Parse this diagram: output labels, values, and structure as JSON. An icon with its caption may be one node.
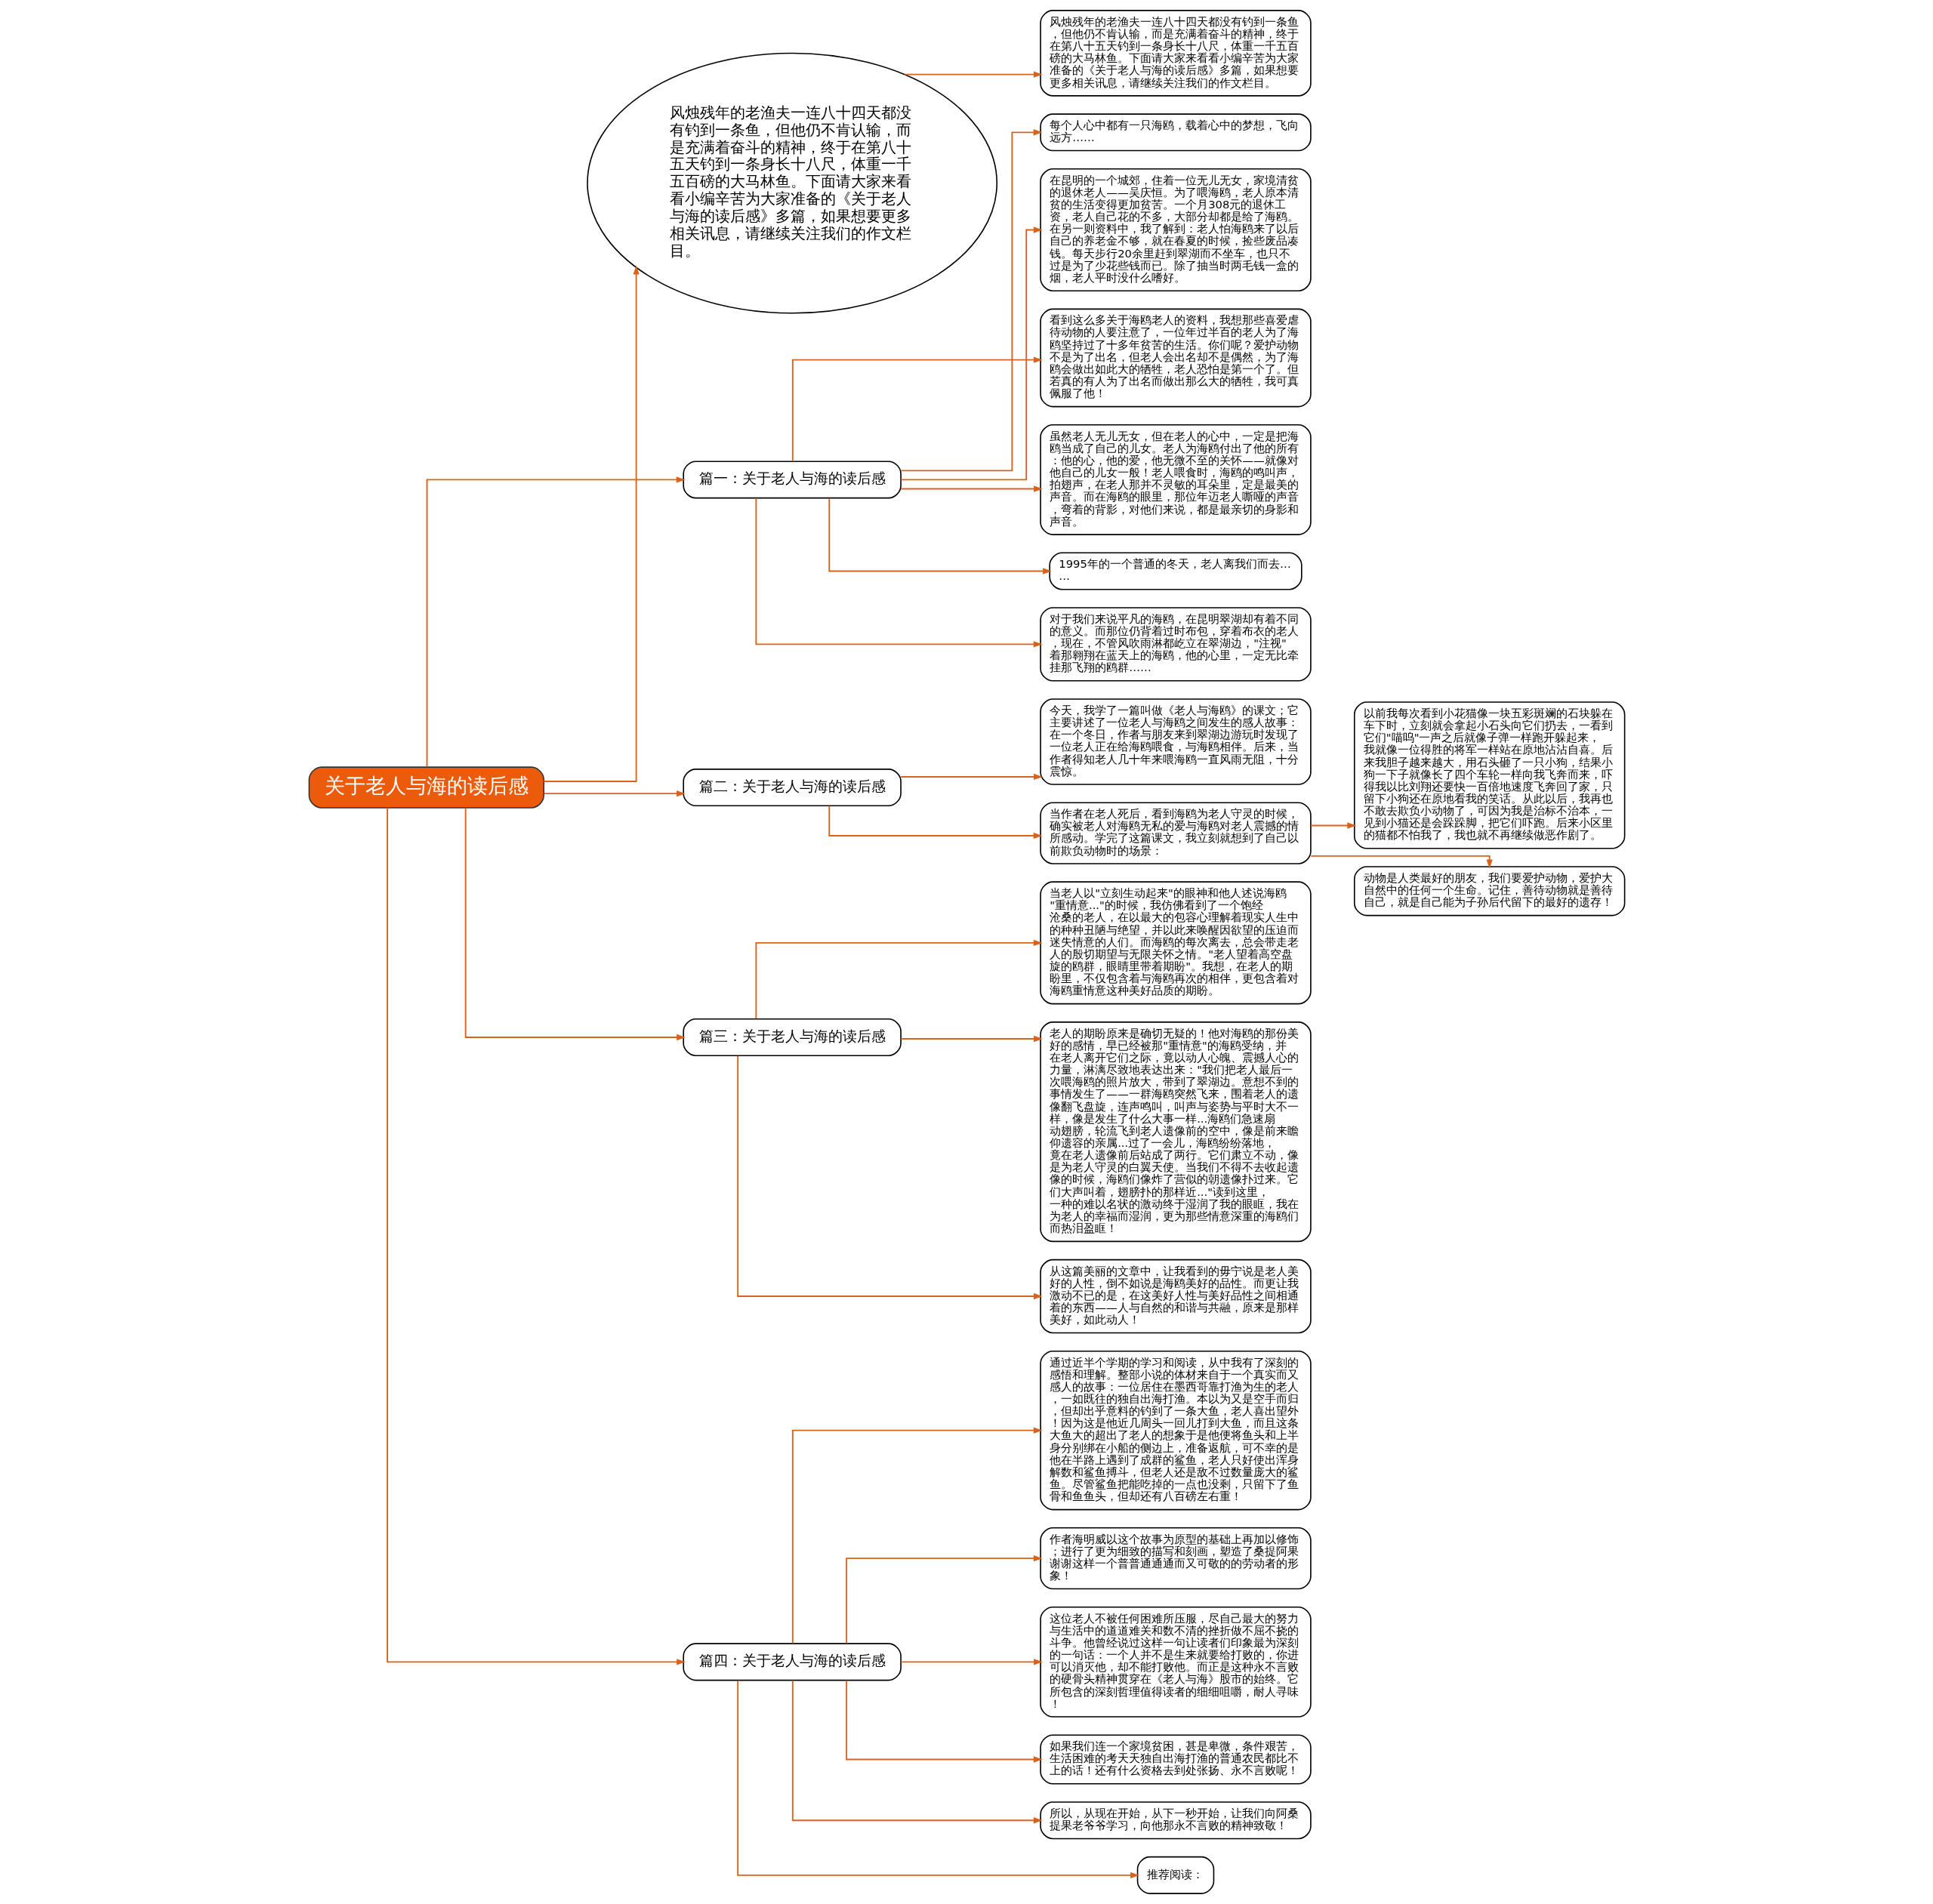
{
  "diagram": {
    "nodes": [
      {
        "text": [
          "关于老人与海的读后感"
        ]
      },
      {
        "text": [
          "风烛残年的老渔夫一连八十四天都没有钓到一条鱼，但他仍不肯认输，而是充满着奋斗的精神，终于在第八十五天钓到一条身长十八尺，体重一千五百磅的大马林鱼。下面请大家来看看小编辛苦为大家准备的《关于老人与海的读后感》多篇，如果想要更多相关讯息，请继续关注我们的作文栏目。"
        ]
      },
      {
        "text": [
          "风烛残年的老渔夫一连八十四天都没有钓到一条鱼，但他仍不肯认输，而是充满着奋斗的精神，终于在第八十五天钓到一条身长十八尺，体重一千五百磅的大马林鱼。下面请大家来看看小编辛苦为大家准备的《关于老人与海的读后感》多篇，如果想要更多相关讯息，请继续关注我们的作文栏目。"
        ]
      },
      {
        "text": [
          "篇一：关于老人与海的读后感"
        ]
      },
      {
        "text": [
          "每个人心中都有一只海鸥，载着心中的梦想，飞向远方……"
        ]
      },
      {
        "text": [
          "在昆明的一个城郊，住着一位无儿无女，家境清贫的退休老人——吴庆恒。为了喂海鸥，老人原本清贫的生活变得更加贫苦。一个月308元的退休工资，老人自己花的不多，大部分却都是给了海鸥。在另一则资料中，我了解到：老人怕海鸥来了以后自己的养老金不够，就在春夏的时候，捡些废品凑钱。每天步行20余里赶到翠湖而不坐车，也只不过是为了少花些钱而已。除了抽当时两毛钱一盒的烟，老人平时没什么嗜好。"
        ]
      },
      {
        "text": [
          "看到这么多关于海鸥老人的资料，我想那些喜爱虐待动物的人要注意了，一位年过半百的老人为了海鸥坚持过了十多年贫苦的生活。你们呢？爱护动物不是为了出名，但老人会出名却不是偶然，为了海鸥会做出如此大的牺牲，老人恐怕是第一个了。但若真的有人为了出名而做出那么大的牺牲，我可真佩服了他！"
        ]
      },
      {
        "text": [
          "虽然老人无儿无女，但在老人的心中，一定是把海鸥当成了自己的儿女。老人为海鸥付出了他的所有：他的心，他的爱，他无微不至的关怀——就像对他自己的儿女一般！老人喂食时，海鸥的鸣叫声，拍翅声，在老人那并不灵敏的耳朵里，定是最美的声音。而在海鸥的眼里，那位年迈老人嘶哑的声音，弯着的背影，对他们来说，都是最亲切的身影和声音。"
        ]
      },
      {
        "text": [
          "1995年的一个普通的冬天，老人离我们而去……"
        ]
      },
      {
        "text": [
          "对于我们来说平凡的海鸥，在昆明翠湖却有着不同的意义。而那位仍背着过时布包，穿着布衣的老人，现在，不管风吹雨淋都屹立在翠湖边，\"注视\"着那翱翔在蓝天上的海鸥，他的心里，一定无比牵挂那飞翔的鸥群……"
        ]
      },
      {
        "text": [
          "篇二：关于老人与海的读后感"
        ]
      },
      {
        "text": [
          "今天，我学了一篇叫做《老人与海鸥》的课文；它主要讲述了一位老人与海鸥之间发生的感人故事：在一个冬日，作者与朋友来到翠湖边游玩时发现了一位老人正在给海鸥喂食，与海鸥相伴。后来，当作者得知老人几十年来喂海鸥一直风雨无阻，十分震惊。"
        ]
      },
      {
        "text": [
          "当作者在老人死后，看到海鸥为老人守灵的时候，确实被老人对海鸥无私的爱与海鸥对老人震撼的情所感动。学完了这篇课文，我立刻就想到了自己以前欺负动物时的场景："
        ]
      },
      {
        "text": [
          "以前我每次看到小花猫像一块五彩斑斓的石块躲在车下时，立刻就会拿起小石头向它们扔去，一看到它们\"喵呜\"一声之后就像子弹一样跑开躲起来，我就像一位得胜的将军一样站在原地沾沾自喜。后来我胆子越来越大，用石头砸了一只小狗，结果小狗一下子就像长了四个车轮一样向我飞奔而来，吓得我以比刘翔还要快一百倍地速度飞奔回了家，只留下小狗还在原地看我的笑话。从此以后，我再也不敢去欺负小动物了，可因为我是治标不治本，一见到小猫还是会跺跺脚，把它们吓跑。后来小区里的猫都不怕我了，我也就不再继续做恶作剧了。"
        ]
      },
      {
        "text": [
          "动物是人类最好的朋友，我们要爱护动物，爱护大自然中的任何一个生命。记住，善待动物就是善待自己，就是自己能为子孙后代留下的最好的遗存！"
        ]
      },
      {
        "text": [
          "篇三：关于老人与海的读后感"
        ]
      },
      {
        "text": [
          "当老人以\"立刻生动起来\"的眼神和他人述说海鸥\"重情意...\"的时候，我仿佛看到了一个饱经沧桑的老人，在以最大的包容心理解着现实人生中的种种丑陋与绝望，并以此来唤醒因欲望的压迫而迷失情意的人们。而海鸥的每次离去，总会带走老人的殷切期望与无限关怀之情。\"老人望着高空盘旋的鸥群，眼睛里带着期盼\"。我想，在老人的期盼里，不仅包含着与海鸥再次的相伴，更包含着对海鸥重情意这种美好品质的期盼。"
        ]
      },
      {
        "text": [
          "老人的期盼原来是确切无疑的！他对海鸥的那份美好的感情，早已经被那\"重情意\"的海鸥受纳，并在老人离开它们之际，竟以动人心魄、震撼人心的力量，淋漓尽致地表达出来：\"我们把老人最后一次喂海鸥的照片放大，带到了翠湖边。意想不到的事情发生了——一群海鸥突然飞来，围着老人的遗像翻飞盘旋，连声鸣叫，叫声与姿势与平时大不一样，像是发生了什么大事一样...海鸥们急速扇动翅膀，轮流飞到老人遗像前的空中，像是前来瞻仰遗容的亲属...过了一会儿，海鸥纷纷落地，竟在老人遗像前后站成了两行。它们肃立不动，像是为老人守灵的白翼天使。当我们不得不去收起遗像的时候，海鸥们像炸了营似的朝遗像扑过来。它们大声叫着，翅膀扑的那样近...\"读到这里，一种的难以名状的激动终于湿润了我的眼眶，我在为老人的幸福而湿润，更为那些情意深重的海鸥们而热泪盈眶！"
        ]
      },
      {
        "text": [
          "从这篇美丽的文章中，让我看到的毋宁说是老人美好的人性，倒不如说是海鸥美好的品性。而更让我激动不已的是，在这美好人性与美好品性之间相通着的东西——人与自然的和谐与共融，原来是那样美好，如此动人！"
        ]
      },
      {
        "text": [
          "篇四：关于老人与海的读后感"
        ]
      },
      {
        "text": [
          "通过近半个学期的学习和阅读，从中我有了深刻的感悟和理解。整部小说的体材来自于一个真实而又感人的故事：一位居住在墨西哥靠打渔为生的老人，一如既往的独自出海打渔。本以为又是空手而归，但却出乎意料的钓到了一条大鱼，老人喜出望外！因为这是他近几周头一回儿打到大鱼，而且这条大鱼大的超出了老人的想象于是他便将鱼头和上半身分别绑在小船的侧边上，准备返航，可不幸的是他在半路上遇到了成群的鲨鱼，老人只好使出浑身解数和鲨鱼搏斗，但老人还是敌不过数量庞大的鲨鱼。尽管鲨鱼把能吃掉的一点也没剩，只留下了鱼骨和鱼鱼头，但却还有八百磅左右重！"
        ]
      },
      {
        "text": [
          "作者海明威以这个故事为原型的基础上再加以修饰；进行了更为细致的描写和刻画，塑造了桑提阿果谢谢这样一个普普通通通而又可敬的的劳动者的形象！"
        ]
      },
      {
        "text": [
          "这位老人不被任何困难所压服，尽自己最大的努力与生活中的道道难关和数不清的挫折做不屈不挠的斗争。他曾经说过这样一句让读者们印象最为深刻的一句话：一个人并不是生来就要给打败的，你进可以消灭他，却不能打败他。而正是这种永不言败的硬骨头精神贯穿在《老人与海》股市的始终。它所包含的深刻哲理值得读者的细细咀嚼，耐人寻味！"
        ]
      },
      {
        "text": [
          "如果我们连一个家境贫困，甚是卑微，条件艰苦，生活困难的考天天独自出海打渔的普通农民都比不上的话！还有什么资格去到处张扬、永不言败呢！"
        ]
      },
      {
        "text": [
          "所以，从现在开始，从下一秒开始，让我们向阿桑提果老爷爷学习，向他那永不言败的精神致敬！"
        ]
      },
      {
        "text": [
          "推荐阅读："
        ]
      }
    ],
    "edges": [
      {
        "from": 0,
        "to": 1,
        "arrow": "to"
      },
      {
        "from": 1,
        "to": 2,
        "arrow": "to"
      },
      {
        "from": 0,
        "to": 3,
        "arrow": "to"
      },
      {
        "from": 3,
        "to": 4,
        "arrow": "to"
      },
      {
        "from": 3,
        "to": 5,
        "arrow": "to"
      },
      {
        "from": 3,
        "to": 6,
        "arrow": "to"
      },
      {
        "from": 3,
        "to": 7,
        "arrow": "to"
      },
      {
        "from": 3,
        "to": 8,
        "arrow": "to"
      },
      {
        "from": 3,
        "to": 9,
        "arrow": "to"
      },
      {
        "from": 0,
        "to": 10,
        "arrow": "to"
      },
      {
        "from": 10,
        "to": 11,
        "arrow": "to"
      },
      {
        "from": 10,
        "to": 12,
        "arrow": "to"
      },
      {
        "from": 12,
        "to": 13,
        "arrow": "to"
      },
      {
        "from": 12,
        "to": 14,
        "arrow": "to"
      },
      {
        "from": 0,
        "to": 15,
        "arrow": "to"
      },
      {
        "from": 15,
        "to": 16,
        "arrow": "to"
      },
      {
        "from": 15,
        "to": 17,
        "arrow": "to"
      },
      {
        "from": 15,
        "to": 18,
        "arrow": "to"
      },
      {
        "from": 0,
        "to": 19,
        "arrow": "to"
      },
      {
        "from": 19,
        "to": 20,
        "arrow": "to"
      },
      {
        "from": 19,
        "to": 21,
        "arrow": "to"
      },
      {
        "from": 19,
        "to": 22,
        "arrow": "to"
      },
      {
        "from": 19,
        "to": 23,
        "arrow": "to"
      },
      {
        "from": 19,
        "to": 24,
        "arrow": "to"
      },
      {
        "from": 19,
        "to": 25,
        "arrow": "to"
      }
    ]
  }
}
